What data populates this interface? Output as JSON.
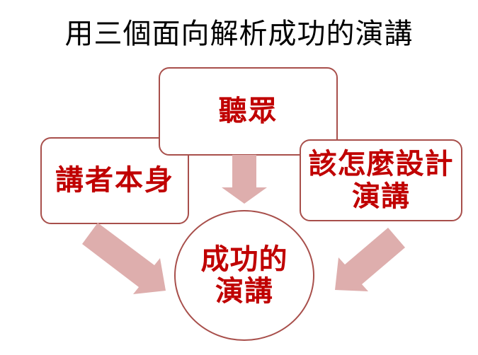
{
  "title": "用三個面向解析成功的演講",
  "diagram": {
    "audience_box": {
      "label": "聽眾"
    },
    "speaker_box": {
      "label": "講者本身"
    },
    "design_box": {
      "line1": "該怎麼設計",
      "line2": "演講"
    },
    "goal_circle": {
      "line1": "成功的",
      "line2": "演講"
    }
  },
  "colors": {
    "background": "#FFFFFF",
    "title_color": "#000000",
    "text_red": "#C00000",
    "shape_border": "#A84F4B",
    "arrow_fill": "#DEAEAD"
  }
}
